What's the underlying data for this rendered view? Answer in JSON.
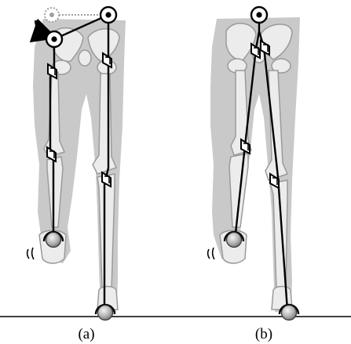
{
  "panels": [
    {
      "id": "a",
      "caption": "(a)"
    },
    {
      "id": "b",
      "caption": "(b)"
    }
  ],
  "colors": {
    "silhouette": "#c8c8c8",
    "bone_fill": "#eeeeee",
    "bone_stroke": "#9a9a9a",
    "linkage": "#000000",
    "ball_fill": "#9a9a9a",
    "ghost_joint": "#a0a0a0"
  },
  "icons": [
    "pin-joint-icon",
    "hinge-joint-icon",
    "ball-contact-icon",
    "rotation-arrow-icon",
    "motion-lines-icon"
  ]
}
